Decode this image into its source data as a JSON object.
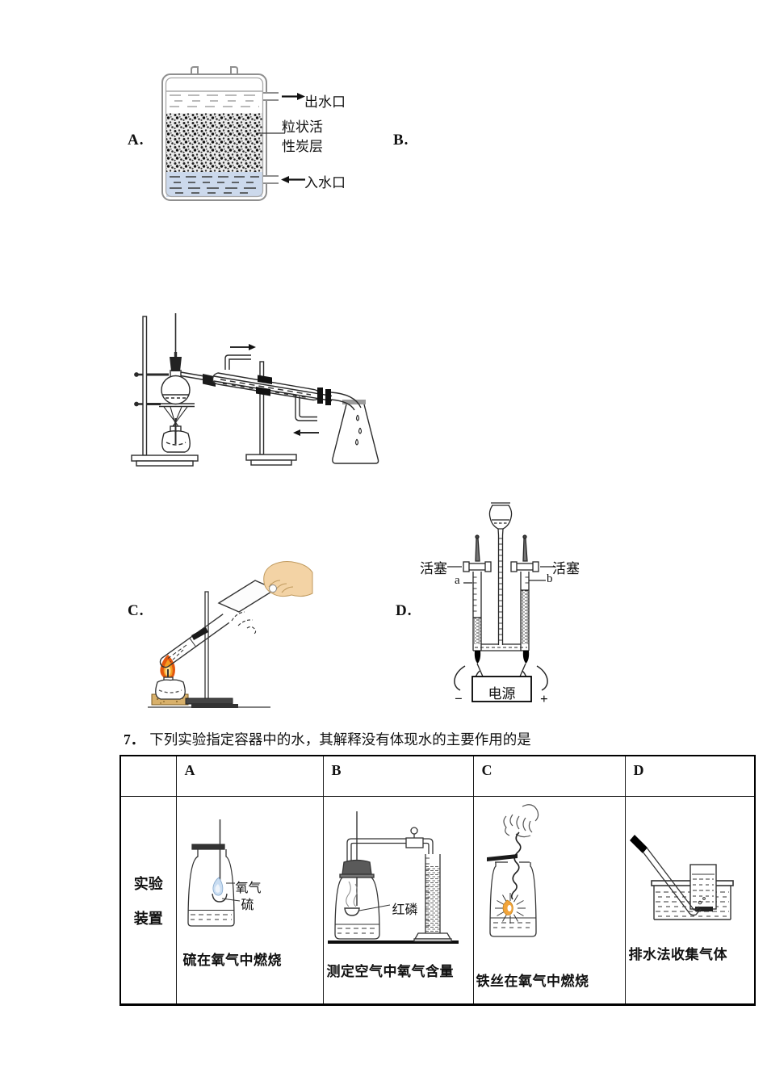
{
  "options": {
    "a": "A.",
    "b": "B.",
    "c": "C.",
    "d": "D."
  },
  "filter": {
    "outlet": "出水口",
    "carbon_line1": "粒状活",
    "carbon_line2": "性炭层",
    "inlet": "入水口"
  },
  "electrolysis": {
    "stopcock_left": "活塞",
    "stopcock_right": "活塞",
    "tube_a": "a",
    "tube_b": "b",
    "power": "电源",
    "minus": "−",
    "plus": "+"
  },
  "question": {
    "number": "7．",
    "text": "下列实验指定容器中的水，其解释没有体现水的主要作用的是"
  },
  "table": {
    "headers": [
      "",
      "A",
      "B",
      "C",
      "D"
    ],
    "row_label": [
      "实验",
      "装置"
    ],
    "cells": {
      "a": {
        "label_oxygen": "氧气",
        "label_sulfur": "硫",
        "caption": "硫在氧气中燃烧"
      },
      "b": {
        "label_phosphorus": "红磷",
        "caption": "测定空气中氧气含量"
      },
      "c": {
        "caption": "铁丝在氧气中燃烧"
      },
      "d": {
        "caption": "排水法收集气体"
      }
    }
  }
}
